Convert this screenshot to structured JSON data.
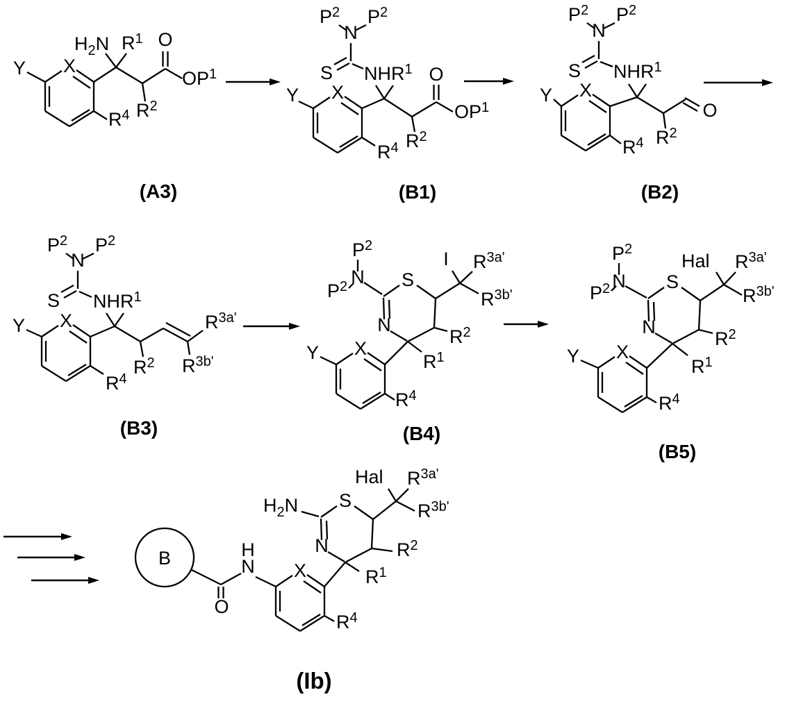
{
  "figure": {
    "type": "chemical-reaction-scheme",
    "background_color": "#ffffff",
    "line_color": "#000000"
  },
  "compounds": {
    "a3": {
      "caption": "(A3)",
      "y": "Y",
      "x": "X",
      "h2n": {
        "h": "H",
        "sub": "2",
        "n": "N"
      },
      "r1": {
        "b": "R",
        "s": "1"
      },
      "r2": {
        "b": "R",
        "s": "2"
      },
      "r4": {
        "b": "R",
        "s": "4"
      },
      "o": "O",
      "op1": {
        "b": "OP",
        "s": "1"
      }
    },
    "b1": {
      "caption": "(B1)",
      "p2a": {
        "b": "P",
        "s": "2"
      },
      "p2b": {
        "b": "P",
        "s": "2"
      },
      "n": "N",
      "s": "S",
      "nhr1": {
        "b": "NHR",
        "s": "1"
      },
      "y": "Y",
      "x": "X",
      "r2": {
        "b": "R",
        "s": "2"
      },
      "r4": {
        "b": "R",
        "s": "4"
      },
      "o": "O",
      "op1": {
        "b": "OP",
        "s": "1"
      }
    },
    "b2": {
      "caption": "(B2)",
      "p2a": {
        "b": "P",
        "s": "2"
      },
      "p2b": {
        "b": "P",
        "s": "2"
      },
      "n": "N",
      "s": "S",
      "nhr1": {
        "b": "NHR",
        "s": "1"
      },
      "y": "Y",
      "x": "X",
      "r2": {
        "b": "R",
        "s": "2"
      },
      "r4": {
        "b": "R",
        "s": "4"
      },
      "o": "O"
    },
    "b3": {
      "caption": "(B3)",
      "p2a": {
        "b": "P",
        "s": "2"
      },
      "p2b": {
        "b": "P",
        "s": "2"
      },
      "n": "N",
      "s": "S",
      "nhr1": {
        "b": "NHR",
        "s": "1"
      },
      "y": "Y",
      "x": "X",
      "r2": {
        "b": "R",
        "s": "2"
      },
      "r4": {
        "b": "R",
        "s": "4"
      },
      "r3a": {
        "b": "R",
        "s": "3a'"
      },
      "r3b": {
        "b": "R",
        "s": "3b'"
      }
    },
    "b4": {
      "caption": "(B4)",
      "p2a": {
        "b": "P",
        "s": "2"
      },
      "p2b": {
        "b": "P",
        "s": "2"
      },
      "n_amine": "N",
      "s": "S",
      "n_ring": "N",
      "i": "I",
      "r3a": {
        "b": "R",
        "s": "3a'"
      },
      "r3b": {
        "b": "R",
        "s": "3b'"
      },
      "r2": {
        "b": "R",
        "s": "2"
      },
      "r1": {
        "b": "R",
        "s": "1"
      },
      "y": "Y",
      "x": "X",
      "r4": {
        "b": "R",
        "s": "4"
      }
    },
    "b5": {
      "caption": "(B5)",
      "p2a": {
        "b": "P",
        "s": "2"
      },
      "p2b": {
        "b": "P",
        "s": "2"
      },
      "n_amine": "N",
      "s": "S",
      "n_ring": "N",
      "hal": "Hal",
      "r3a": {
        "b": "R",
        "s": "3a'"
      },
      "r3b": {
        "b": "R",
        "s": "3b'"
      },
      "r2": {
        "b": "R",
        "s": "2"
      },
      "r1": {
        "b": "R",
        "s": "1"
      },
      "y": "Y",
      "x": "X",
      "r4": {
        "b": "R",
        "s": "4"
      }
    },
    "ib": {
      "caption": "(Ib)",
      "b": "B",
      "o": "O",
      "h": "H",
      "n_amide": "N",
      "h2n": {
        "h": "H",
        "sub": "2",
        "n": "N"
      },
      "s": "S",
      "n_ring": "N",
      "hal": "Hal",
      "r3a": {
        "b": "R",
        "s": "3a'"
      },
      "r3b": {
        "b": "R",
        "s": "3b'"
      },
      "r2": {
        "b": "R",
        "s": "2"
      },
      "r1": {
        "b": "R",
        "s": "1"
      },
      "x": "X",
      "r4": {
        "b": "R",
        "s": "4"
      }
    }
  }
}
